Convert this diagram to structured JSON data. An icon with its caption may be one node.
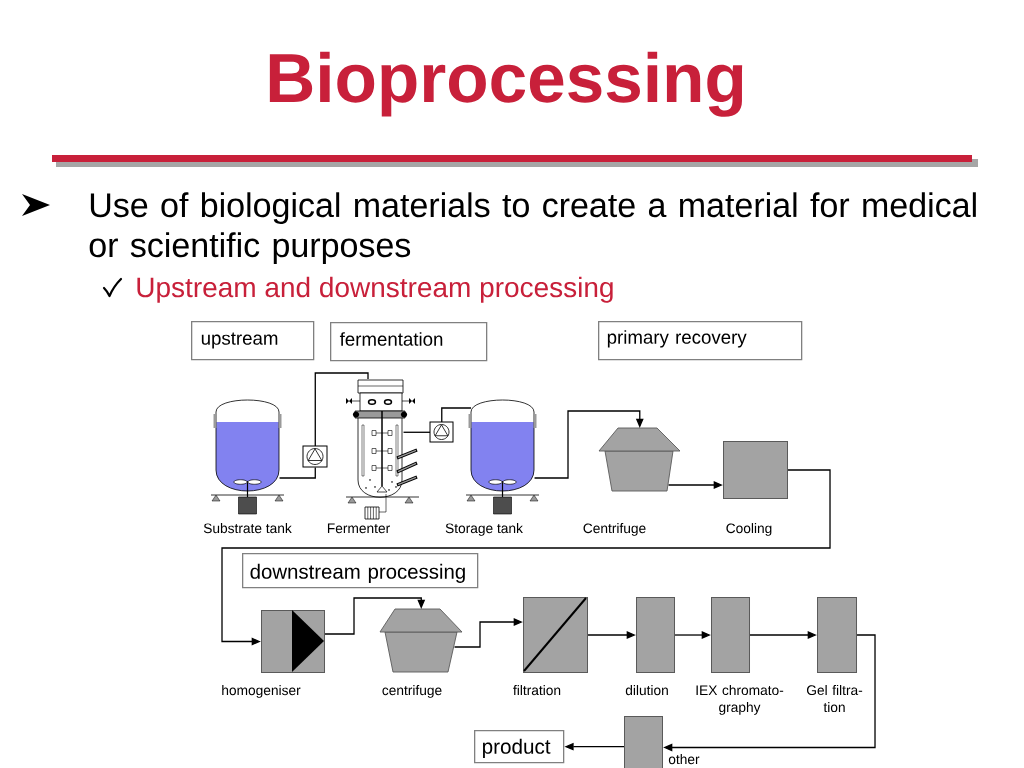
{
  "diagram": {
    "title": "Bioprocessing",
    "nodes": [
      {
        "text": [
          "upstream"
        ]
      },
      {
        "text": [
          "fermentation"
        ]
      },
      {
        "text": [
          "primary recovery"
        ]
      },
      {
        "text": [],
        "shape": "picture",
        "beside": [
          "Substrate tank"
        ]
      },
      {
        "text": [],
        "shape": "picture"
      },
      {
        "text": [],
        "shape": "picture",
        "beside": [
          "Fermenter"
        ]
      },
      {
        "text": [],
        "shape": "picture"
      },
      {
        "text": [],
        "shape": "picture",
        "beside": [
          "Storage tank"
        ]
      },
      {
        "text": [],
        "shape": "trapezoid",
        "beside": [
          "Centrifuge"
        ]
      },
      {
        "text": [],
        "shape": "box",
        "beside": [
          "Cooling"
        ]
      },
      {
        "text": [
          "downstream processing"
        ]
      },
      {
        "text": [],
        "shape": "box",
        "beside": [
          "homogeniser"
        ]
      },
      {
        "text": [],
        "shape": "trapezoid",
        "beside": [
          "centrifuge"
        ]
      },
      {
        "text": [],
        "shape": "box",
        "beside": [
          "filtration"
        ]
      },
      {
        "text": [],
        "shape": "box",
        "beside": [
          "dilution"
        ]
      },
      {
        "text": [],
        "shape": "box",
        "beside": [
          "IEX chromato- graphy"
        ]
      },
      {
        "text": [],
        "shape": "box",
        "beside": [
          "Gel filtra- tion"
        ]
      },
      {
        "text": [
          "product"
        ]
      },
      {
        "text": [],
        "shape": "box",
        "beside": [
          "other"
        ]
      }
    ],
    "edges": [
      {
        "from": 3,
        "to": 4,
        "arrow": "none"
      },
      {
        "from": 4,
        "to": 5,
        "arrow": "none"
      },
      {
        "from": 5,
        "to": 6,
        "arrow": "none"
      },
      {
        "from": 6,
        "to": 7,
        "arrow": "none"
      },
      {
        "from": 7,
        "to": 8,
        "arrow": "to"
      },
      {
        "from": 8,
        "to": 9,
        "arrow": "to"
      },
      {
        "from": 9,
        "to": 11,
        "arrow": "to"
      },
      {
        "from": 11,
        "to": 12,
        "arrow": "to"
      },
      {
        "from": 12,
        "to": 13,
        "arrow": "to"
      },
      {
        "from": 13,
        "to": 14,
        "arrow": "to"
      },
      {
        "from": 14,
        "to": 15,
        "arrow": "to"
      },
      {
        "from": 15,
        "to": 16,
        "arrow": "to"
      },
      {
        "from": 16,
        "to": 18,
        "arrow": "to"
      },
      {
        "from": 18,
        "to": 17,
        "arrow": "to"
      }
    ],
    "labels": [
      "Use of biological materials to create a material for medical or scientific purposes",
      "Upstream and downstream processing"
    ]
  }
}
